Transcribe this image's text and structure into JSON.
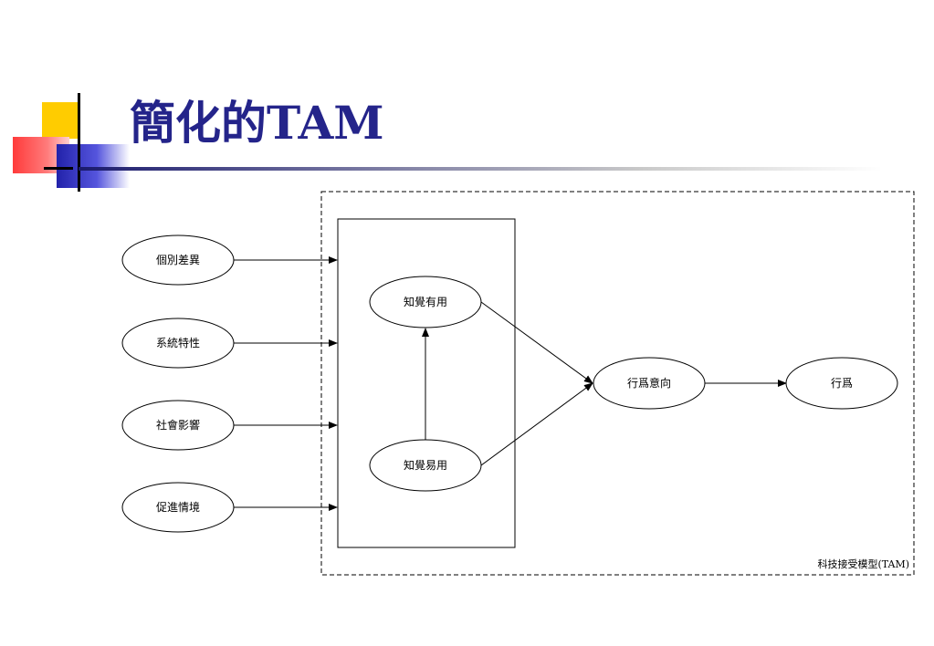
{
  "slide": {
    "title": "簡化的TAM"
  },
  "diagram": {
    "external_factors": [
      "個別差異",
      "系統特性",
      "社會影響",
      "促進情境"
    ],
    "perceived_usefulness": "知覺有用",
    "perceived_ease_of_use": "知覺易用",
    "intention": "行爲意向",
    "behavior": "行爲",
    "caption": "科技接受模型(TAM)"
  }
}
